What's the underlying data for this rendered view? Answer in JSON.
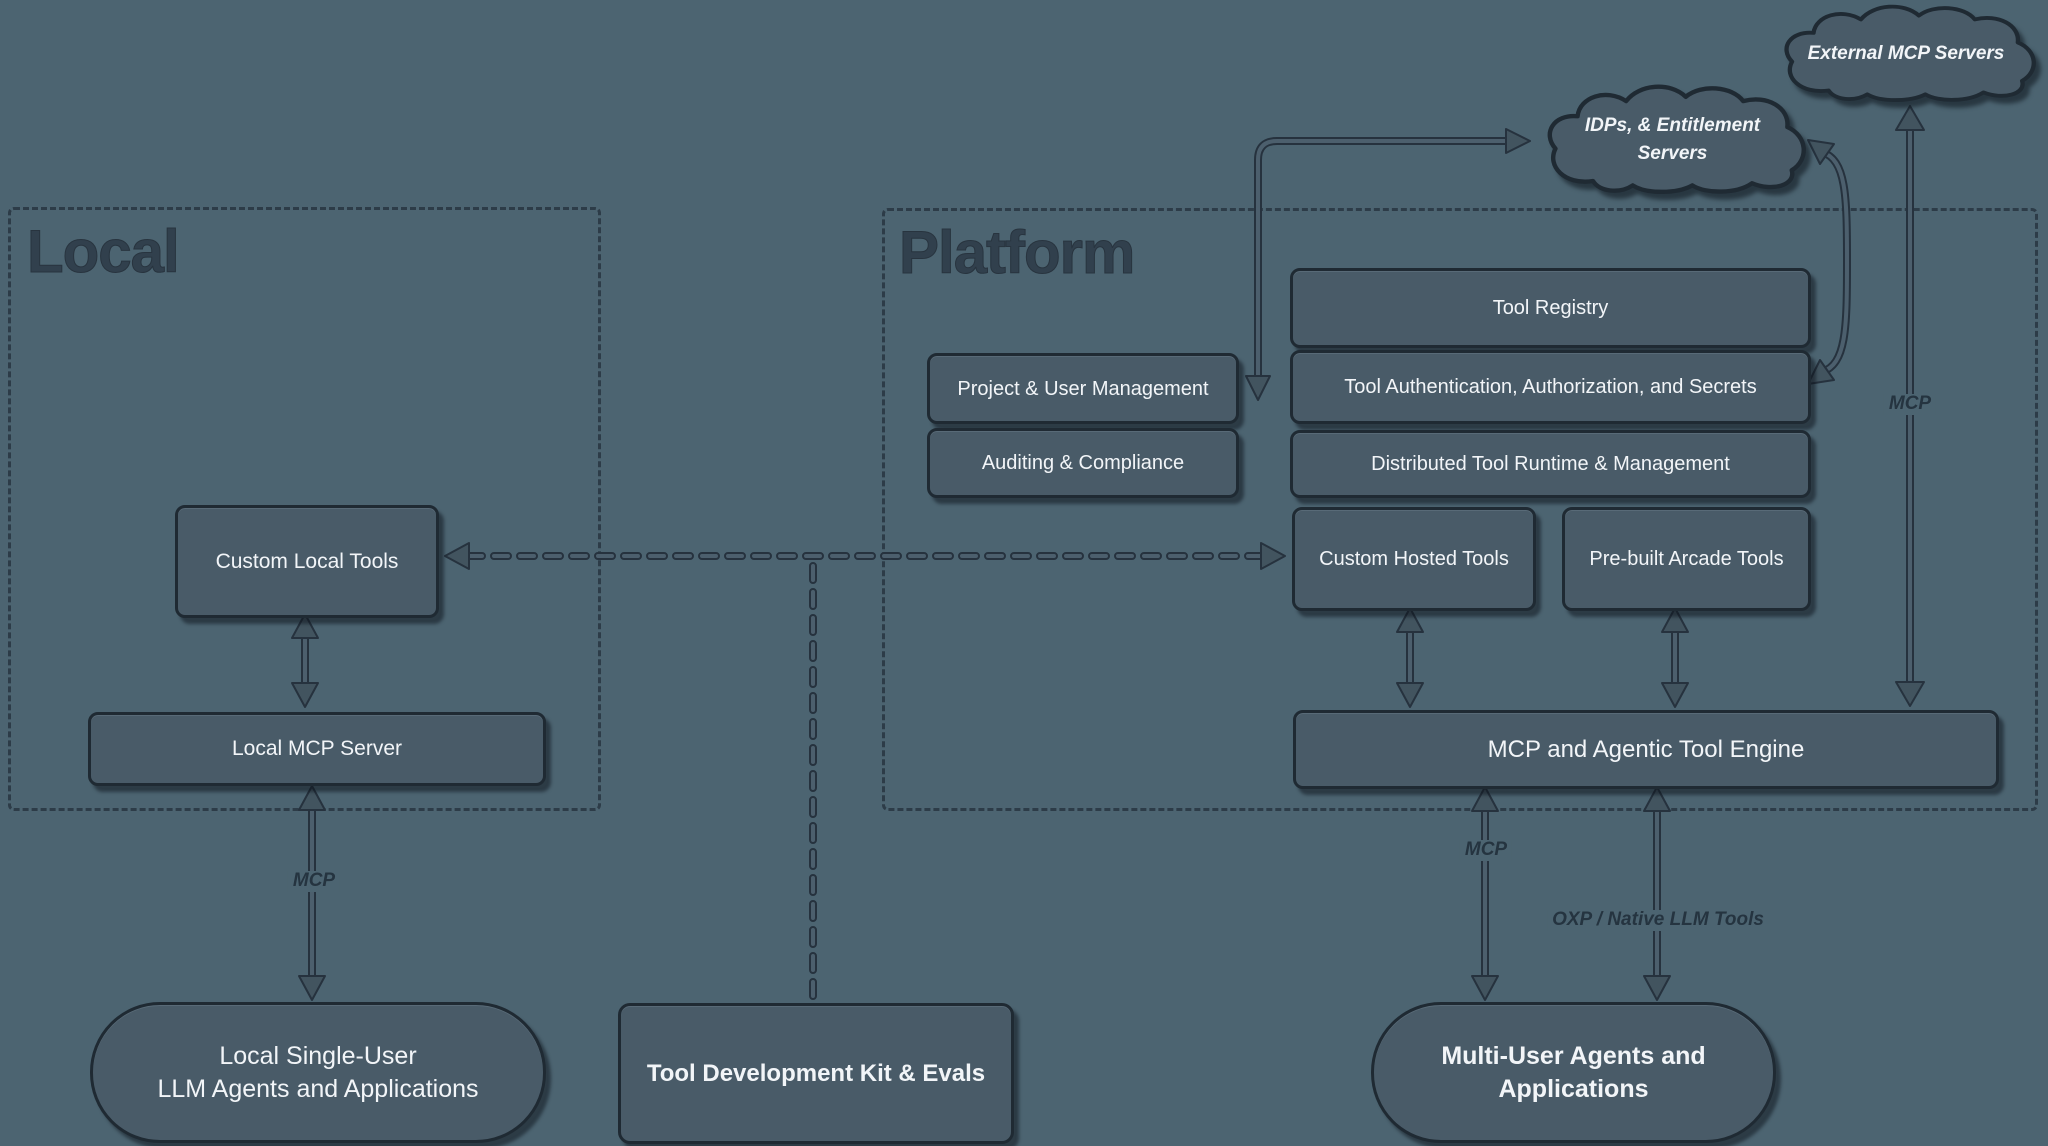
{
  "containers": {
    "local": {
      "title": "Local"
    },
    "platform": {
      "title": "Platform"
    }
  },
  "clouds": {
    "external": {
      "line1": "External MCP Servers"
    },
    "idp": {
      "line1": "IDPs, & Entitlement",
      "line2": "Servers"
    }
  },
  "nodes": {
    "custom_local_tools": {
      "label": "Custom Local Tools"
    },
    "local_mcp_server": {
      "label": "Local MCP Server"
    },
    "local_agents": {
      "line1": "Local Single-User",
      "line2": "LLM Agents and Applications"
    },
    "tdk": {
      "label": "Tool Development Kit & Evals"
    },
    "project_user_mgmt": {
      "label": "Project & User Management"
    },
    "auditing_compliance": {
      "label": "Auditing & Compliance"
    },
    "tool_registry": {
      "label": "Tool Registry"
    },
    "tool_auth": {
      "label": "Tool Authentication, Authorization, and Secrets"
    },
    "distributed_runtime": {
      "label": "Distributed Tool Runtime & Management"
    },
    "custom_hosted_tools": {
      "label": "Custom Hosted Tools"
    },
    "prebuilt_arcade_tools": {
      "label": "Pre-built Arcade Tools"
    },
    "mcp_engine": {
      "label": "MCP and Agentic Tool Engine"
    },
    "multi_user_agents": {
      "line1": "Multi-User Agents and",
      "line2": "Applications"
    }
  },
  "edge_labels": {
    "mcp_external": "MCP",
    "mcp_local": "MCP",
    "mcp_engine": "MCP",
    "oxp": "OXP / Native LLM Tools"
  },
  "colors": {
    "background": "#4C6471",
    "node_fill": "#495B68",
    "node_border": "#1F2A33",
    "arrow_core": "#4C5F6D",
    "arrow_casing": "#26323E",
    "node_text": "#F2F5F8",
    "region_title": "#31404D",
    "edge_label_text": "#253440"
  }
}
